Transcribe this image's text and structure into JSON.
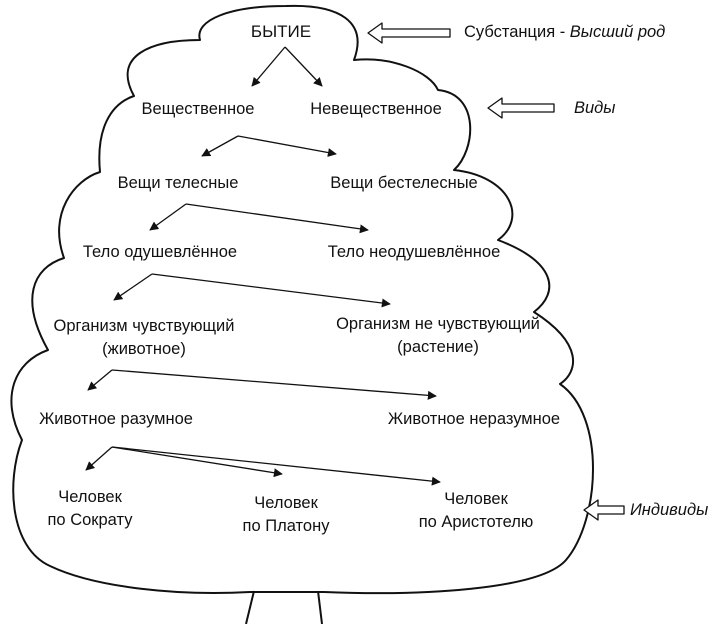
{
  "nodes": {
    "root": "БЫТИЕ",
    "material": "Вещественное",
    "immaterial": "Невещественное",
    "bodily": "Вещи телесные",
    "incorporeal": "Вещи бестелесные",
    "animate": "Тело одушевлённое",
    "inanimate": "Тело неодушевлённое",
    "sentient_1": "Организм чувствующий",
    "sentient_2": "(животное)",
    "nonsentient_1": "Организм не чувствующий",
    "nonsentient_2": "(растение)",
    "rational": "Животное разумное",
    "irrational": "Животное неразумное",
    "socrates_1": "Человек",
    "socrates_2": "по Сократу",
    "plato_1": "Человек",
    "plato_2": "по Платону",
    "aristotle_1": "Человек",
    "aristotle_2": "по Аристотелю"
  },
  "annotations": {
    "substance_plain": "Субстанция - ",
    "substance_italic": "Высший род",
    "species": "Виды",
    "individuals": "Индивиды"
  },
  "colors": {
    "ink": "#111111",
    "background": "#ffffff"
  }
}
